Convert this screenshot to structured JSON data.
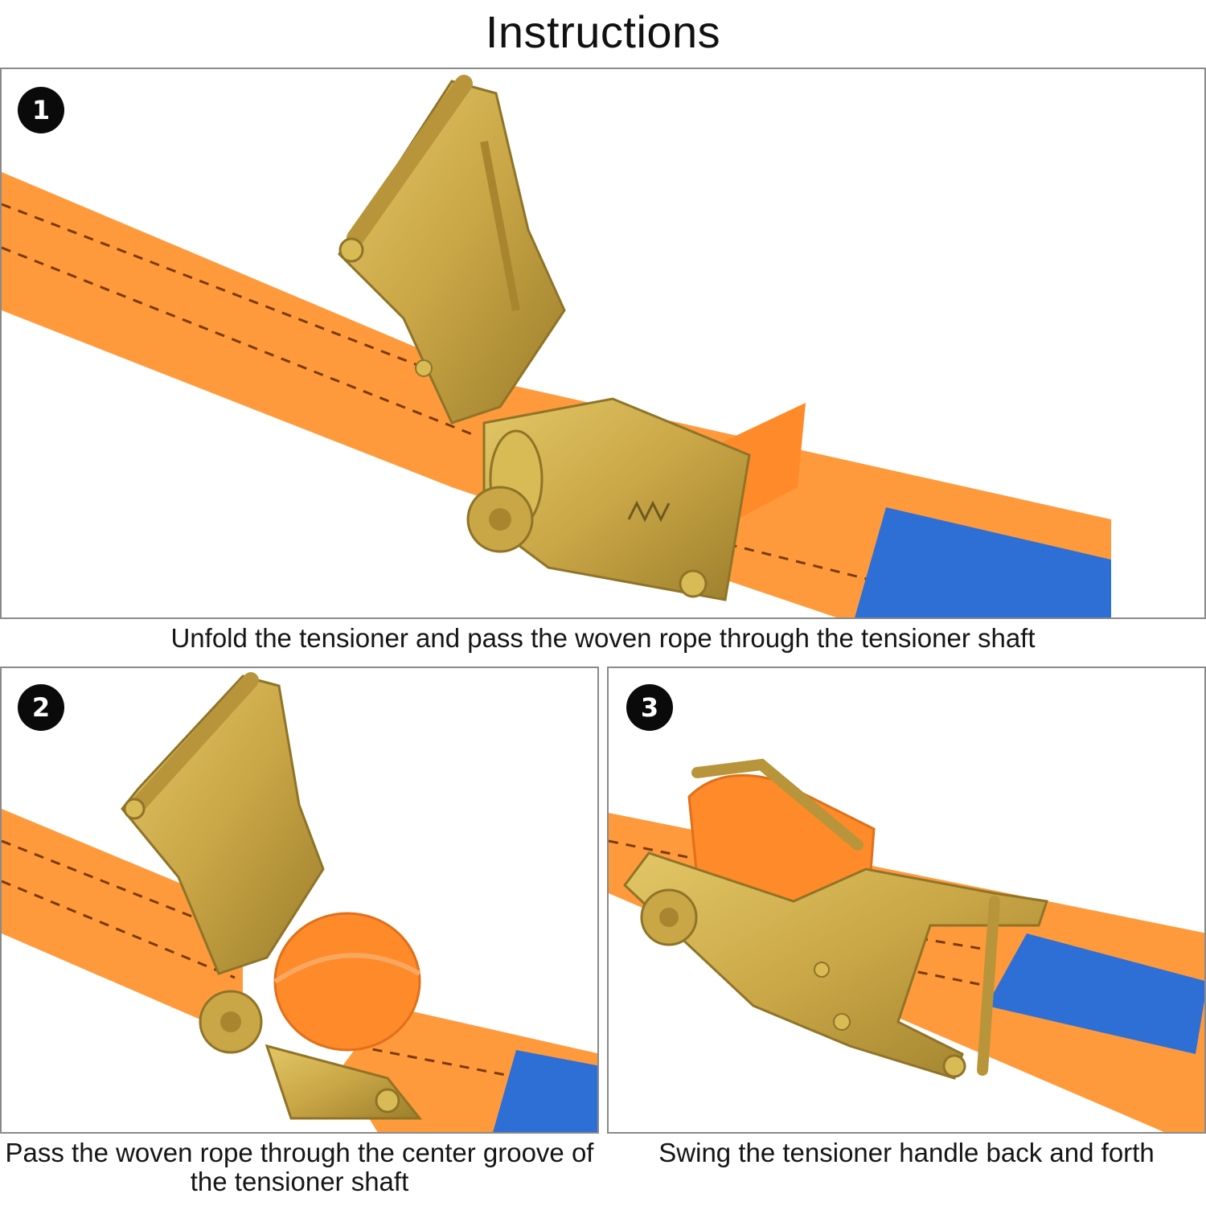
{
  "title": "Instructions",
  "steps": [
    {
      "number": "1",
      "caption": "Unfold the tensioner and pass the woven rope through the tensioner shaft"
    },
    {
      "number": "2",
      "caption": "Pass the woven rope through the center groove of the tensioner shaft"
    },
    {
      "number": "3",
      "caption": "Swing the tensioner handle back and forth"
    }
  ],
  "colors": {
    "strap": "#ff9a3c",
    "strap_dark": "#f07f1e",
    "buckle": "#c9a646",
    "buckle_dark": "#8f7428",
    "label": "#2e6fd6",
    "badge": "#0a0a0a"
  }
}
